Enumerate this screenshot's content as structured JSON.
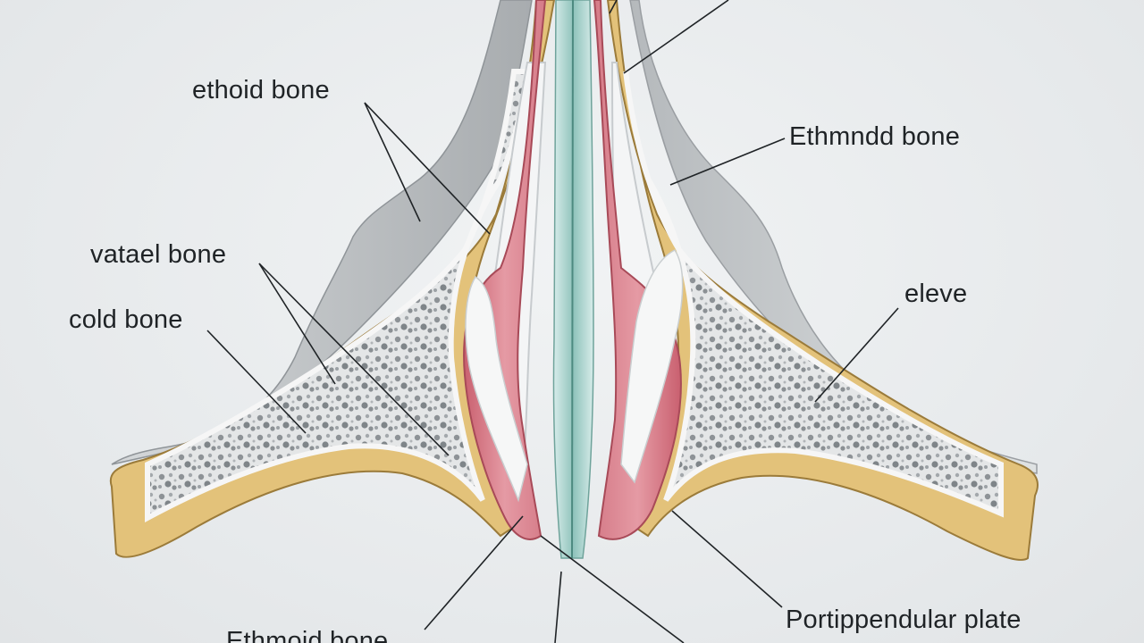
{
  "labels": {
    "ethoid_bone": "ethoid bone",
    "ethmndd_bone": "Ethmndd bone",
    "vatael_bone": "vatael bone",
    "cold_bone": "cold bone",
    "eleve": "eleve",
    "portippendular_plate": "Portippendular plate",
    "ethmoid_bone_bottom": "Ethmoid bone"
  },
  "colors": {
    "background": "#e9ecee",
    "cortical_bone": "#e3c27a",
    "cancellous_bone": "#c9cdd0",
    "mucosa": "#d9838f",
    "septum": "#a9d2cc",
    "soft_tissue": "#c4c8ca",
    "leader_line": "#1f2326"
  }
}
